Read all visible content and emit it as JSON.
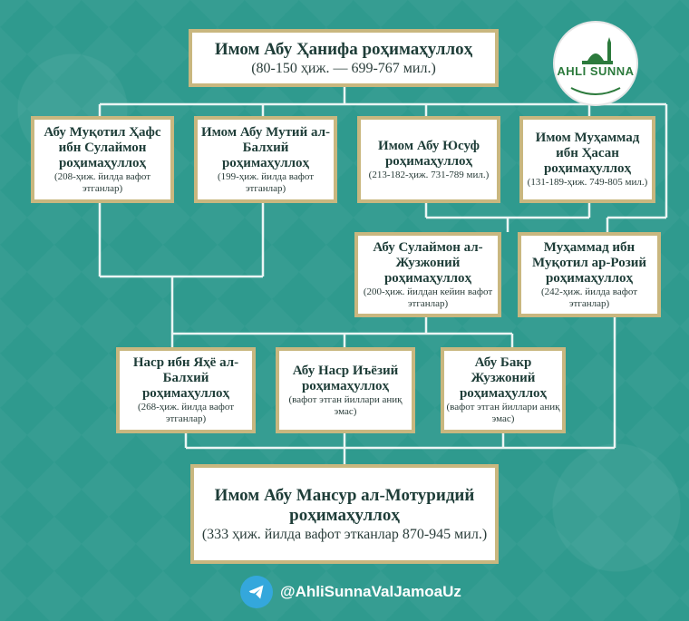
{
  "colors": {
    "background": "#2f9a8e",
    "box_border": "#c9b77f",
    "line": "#ffffff",
    "logo_green": "#2c7a3c",
    "telegram": "#34a7dc"
  },
  "root": {
    "name": "Имом Абу Ҳанифа роҳимаҳуллоҳ",
    "note": "(80-150 ҳиж. — 699-767 мил.)"
  },
  "logo": {
    "text": "AHLI SUNNA"
  },
  "level2": [
    {
      "name": "Абу Муқотил Ҳафс ибн Сулаймон роҳимаҳуллоҳ",
      "note": "(208-ҳиж. йилда вафот этганлар)"
    },
    {
      "name": "Имом Абу Мутий ал-Балхий роҳимаҳуллоҳ",
      "note": "(199-ҳиж. йилда вафот этганлар)"
    },
    {
      "name": "Имом Абу Юсуф роҳимаҳуллоҳ",
      "note": "(213-182-ҳиж. 731-789 мил.)"
    },
    {
      "name": "Имом Муҳаммад ибн Ҳасан роҳимаҳуллоҳ",
      "note": "(131-189-ҳиж. 749-805 мил.)"
    }
  ],
  "level3": [
    {
      "name": "Абу Сулаймон ал-Жузжоний роҳимаҳуллоҳ",
      "note": "(200-ҳиж. йилдан кейин вафот этганлар)"
    },
    {
      "name": "Муҳаммад ибн Муқотил ар-Розий роҳимаҳуллоҳ",
      "note": "(242-ҳиж. йилда вафот этганлар)"
    }
  ],
  "level4": [
    {
      "name": "Наср ибн Яҳё ал-Балхий роҳимаҳуллоҳ",
      "note": "(268-ҳиж. йилда вафот этганлар)"
    },
    {
      "name": "Абу Наср Иъёзий роҳимаҳуллоҳ",
      "note": "(вафот этган йиллари аниқ эмас)"
    },
    {
      "name": "Абу Бакр Жузжоний роҳимаҳуллоҳ",
      "note": "(вафот этган йиллари аниқ эмас)"
    }
  ],
  "bottom": {
    "name": "Имом Абу Мансур ал-Мотуридий роҳимаҳуллоҳ",
    "note": "(333 ҳиж. йилда вафот этканлар 870-945 мил.)"
  },
  "footer": {
    "handle": "@AhliSunnaValJamoaUz",
    "icon": "telegram-icon"
  }
}
